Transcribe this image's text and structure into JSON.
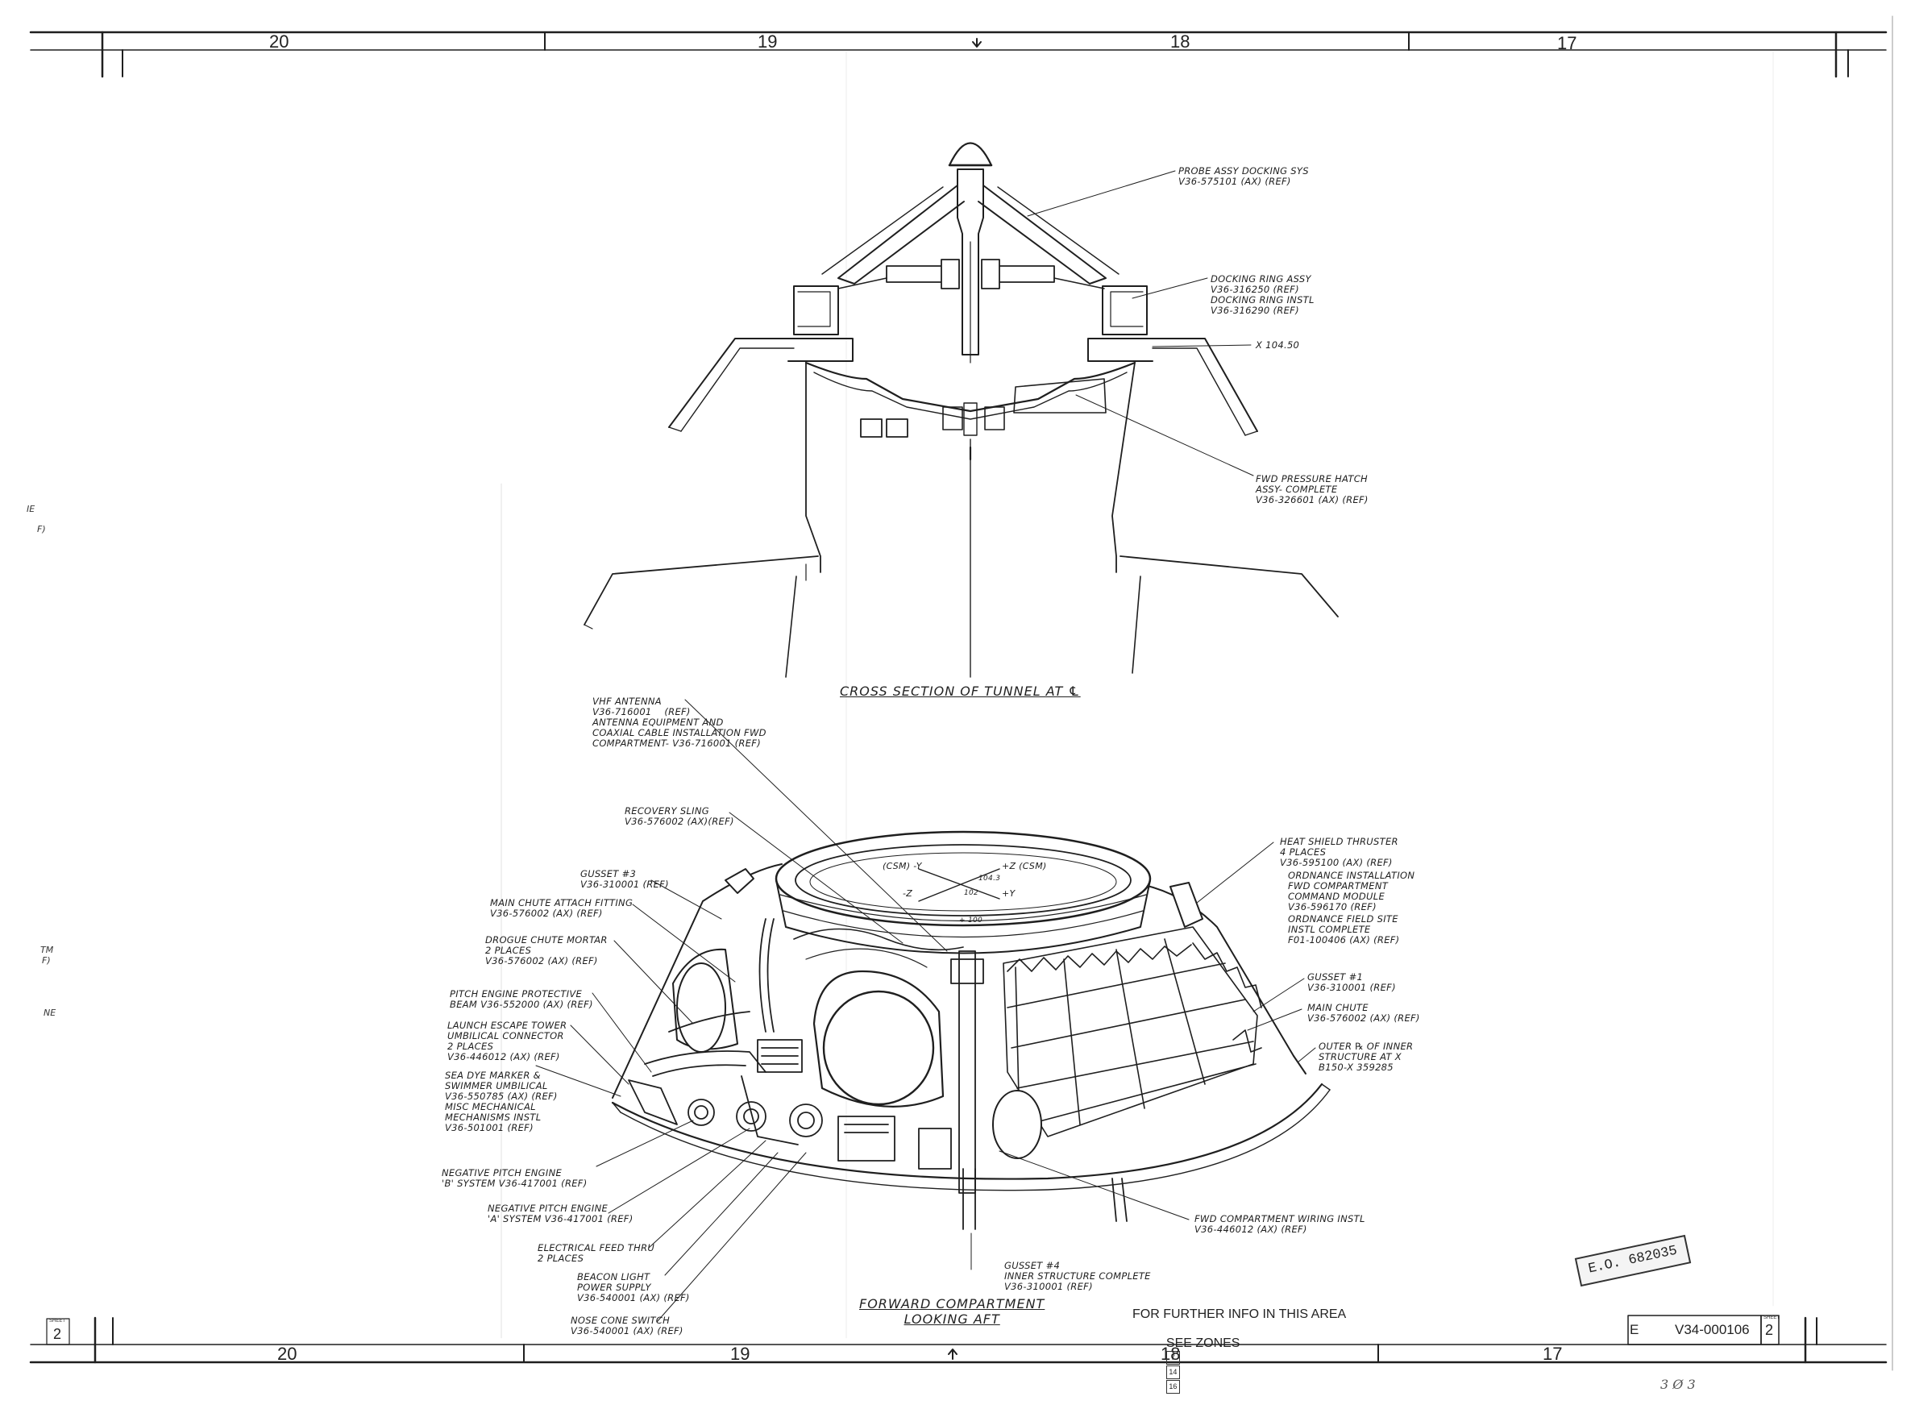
{
  "zones_top": [
    "20",
    "19",
    "18",
    "17"
  ],
  "zones_bottom": [
    "20",
    "19",
    "18",
    "17"
  ],
  "top_view": {
    "title": "CROSS SECTION OF TUNNEL AT ℄",
    "labels": {
      "probe": "PROBE ASSY DOCKING SYS\nV36-575101 (AX) (REF)",
      "docking_ring": "DOCKING RING ASSY\nV36-316250 (REF)\nDOCKING RING INSTL\nV36-316290 (REF)",
      "station": "X 104.50",
      "hatch": "FWD PRESSURE HATCH\nASSY- COMPLETE\nV36-326601 (AX) (REF)"
    }
  },
  "bottom_view": {
    "title": "FORWARD COMPARTMENT\nLOOKING AFT",
    "labels": {
      "vhf": "VHF ANTENNA\nV36-716001    (REF)\nANTENNA EQUIPMENT AND\nCOAXIAL CABLE INSTALLATION FWD\nCOMPARTMENT- V36-716001 (REF)",
      "sling": "RECOVERY SLING\nV36-576002 (AX)(REF)",
      "gusset3": "GUSSET #3\nV36-310001 (REF)",
      "main_chute_fitting": "MAIN CHUTE ATTACH FITTING\nV36-576002 (AX) (REF)",
      "drogue": "DROGUE CHUTE MORTAR\n2 PLACES\nV36-576002 (AX) (REF)",
      "pitch_protective": "PITCH ENGINE PROTECTIVE\nBEAM V36-552000 (AX) (REF)",
      "les_umbilical": "LAUNCH ESCAPE TOWER\nUMBILICAL CONNECTOR\n2 PLACES\nV36-446012 (AX) (REF)",
      "sea_dye": "SEA DYE MARKER &\nSWIMMER UMBILICAL\nV36-550785 (AX) (REF)\nMISC MECHANICAL\nMECHANISMS INSTL\nV36-501001 (REF)",
      "neg_pitch_b": "NEGATIVE PITCH ENGINE\n'B' SYSTEM V36-417001 (REF)",
      "neg_pitch_a": "NEGATIVE PITCH ENGINE\n'A' SYSTEM V36-417001 (REF)",
      "feed_thru": "ELECTRICAL FEED THRU\n2 PLACES",
      "beacon": "BEACON LIGHT\nPOWER SUPPLY\nV36-540001 (AX) (REF)",
      "nose_cone": "NOSE CONE SWITCH\nV36-540001 (AX) (REF)",
      "gusset4": "GUSSET #4\nINNER STRUCTURE COMPLETE\nV36-310001 (REF)",
      "wiring": "FWD COMPARTMENT WIRING INSTL\nV36-446012 (AX) (REF)",
      "heat_shield": "HEAT SHIELD THRUSTER\n4 PLACES\nV36-595100 (AX) (REF)",
      "ordnance": "ORDNANCE INSTALLATION\nFWD COMPARTMENT\nCOMMAND MODULE\nV36-596170 (REF)",
      "ordnance_field": "ORDNANCE FIELD SITE\nINSTL COMPLETE\nF01-100406 (AX) (REF)",
      "gusset1": "GUSSET #1\nV36-310001 (REF)",
      "main_chute": "MAIN CHUTE\nV36-576002 (AX) (REF)",
      "outer_ring": "OUTER ℞ OF INNER\nSTRUCTURE AT X\nB150-X 359285",
      "axis_neg_y": "(CSM) -Y",
      "axis_pos_z": "+Z (CSM)",
      "axis_neg_z": "-Z",
      "axis_pos_y": "+Y",
      "axis_104": "104.3",
      "axis_102": "102",
      "axis_100": "+ 100"
    }
  },
  "further_info": {
    "line1": "FOR FURTHER INFO IN THIS AREA",
    "line2": "SEE ZONES",
    "zones": [
      "7",
      "14",
      "16"
    ]
  },
  "title_block": {
    "sheet_caption": "SHEET",
    "sheet_left": "2",
    "drawing_number": "V34-000106",
    "sheet_right": "2",
    "letter": "E",
    "handwritten": "3 Ø 3"
  },
  "stamp": "E.O. 682035",
  "margin_fragments": [
    "IE",
    "F)",
    "TM",
    "F)",
    "NE"
  ]
}
